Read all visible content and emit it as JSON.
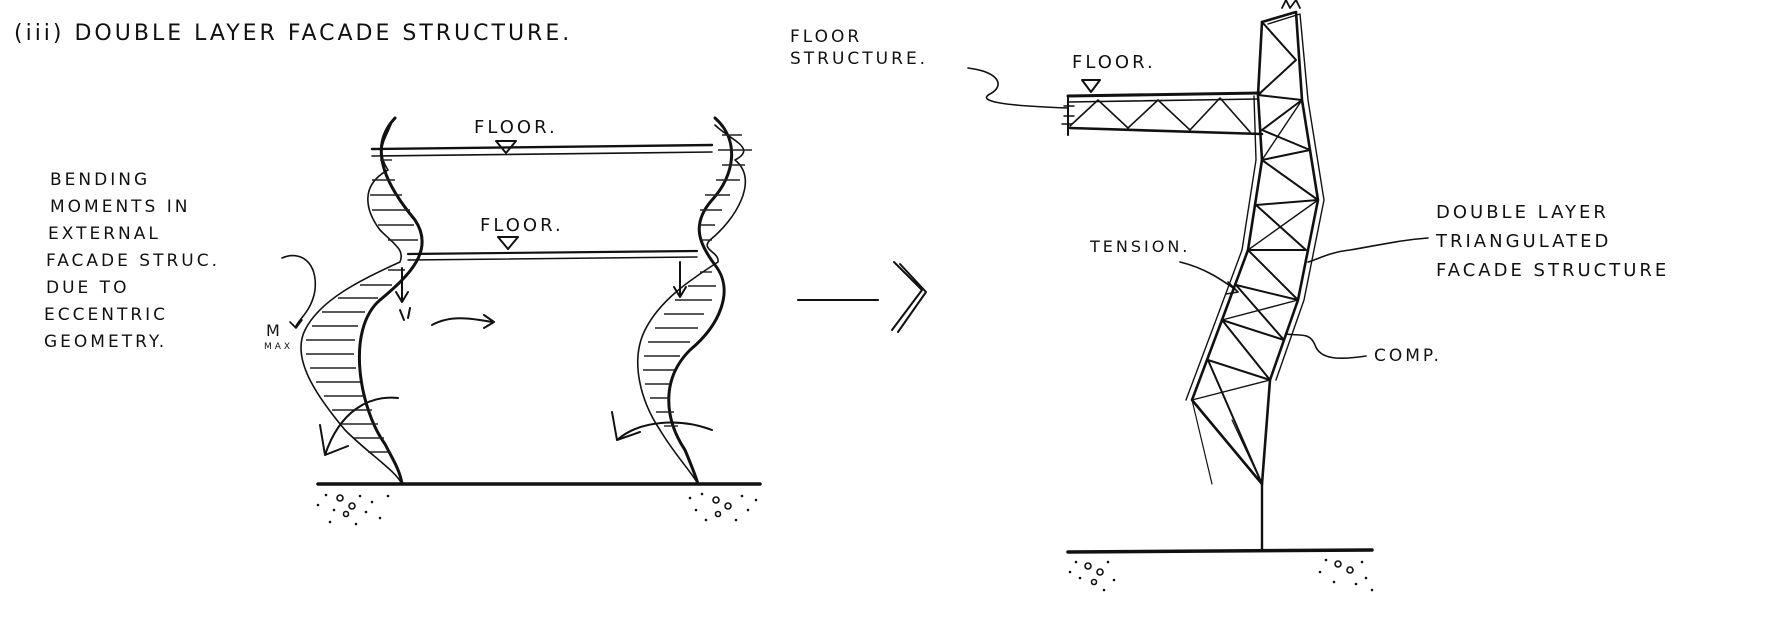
{
  "title": "(iii) DOUBLE LAYER FACADE STRUCTURE.",
  "left_diagram": {
    "floor_upper": "FLOOR.",
    "floor_lower": "FLOOR.",
    "bending_note": [
      "BENDING",
      "MOMENTS IN",
      "EXTERNAL",
      "FACADE STRUC.",
      "DUE TO",
      "ECCENTRIC",
      "GEOMETRY."
    ],
    "m_symbol": "M",
    "m_subscript": "MAX"
  },
  "right_diagram": {
    "floor_structure": [
      "FLOOR",
      "STRUCTURE."
    ],
    "floor": "FLOOR.",
    "tension": "TENSION.",
    "double_layer_note": [
      "DOUBLE LAYER",
      "TRIANGULATED",
      "FACADE STRUCTURE"
    ],
    "comp": "COMP."
  },
  "colors": {
    "ink": "#111111",
    "paper": "#ffffff"
  }
}
